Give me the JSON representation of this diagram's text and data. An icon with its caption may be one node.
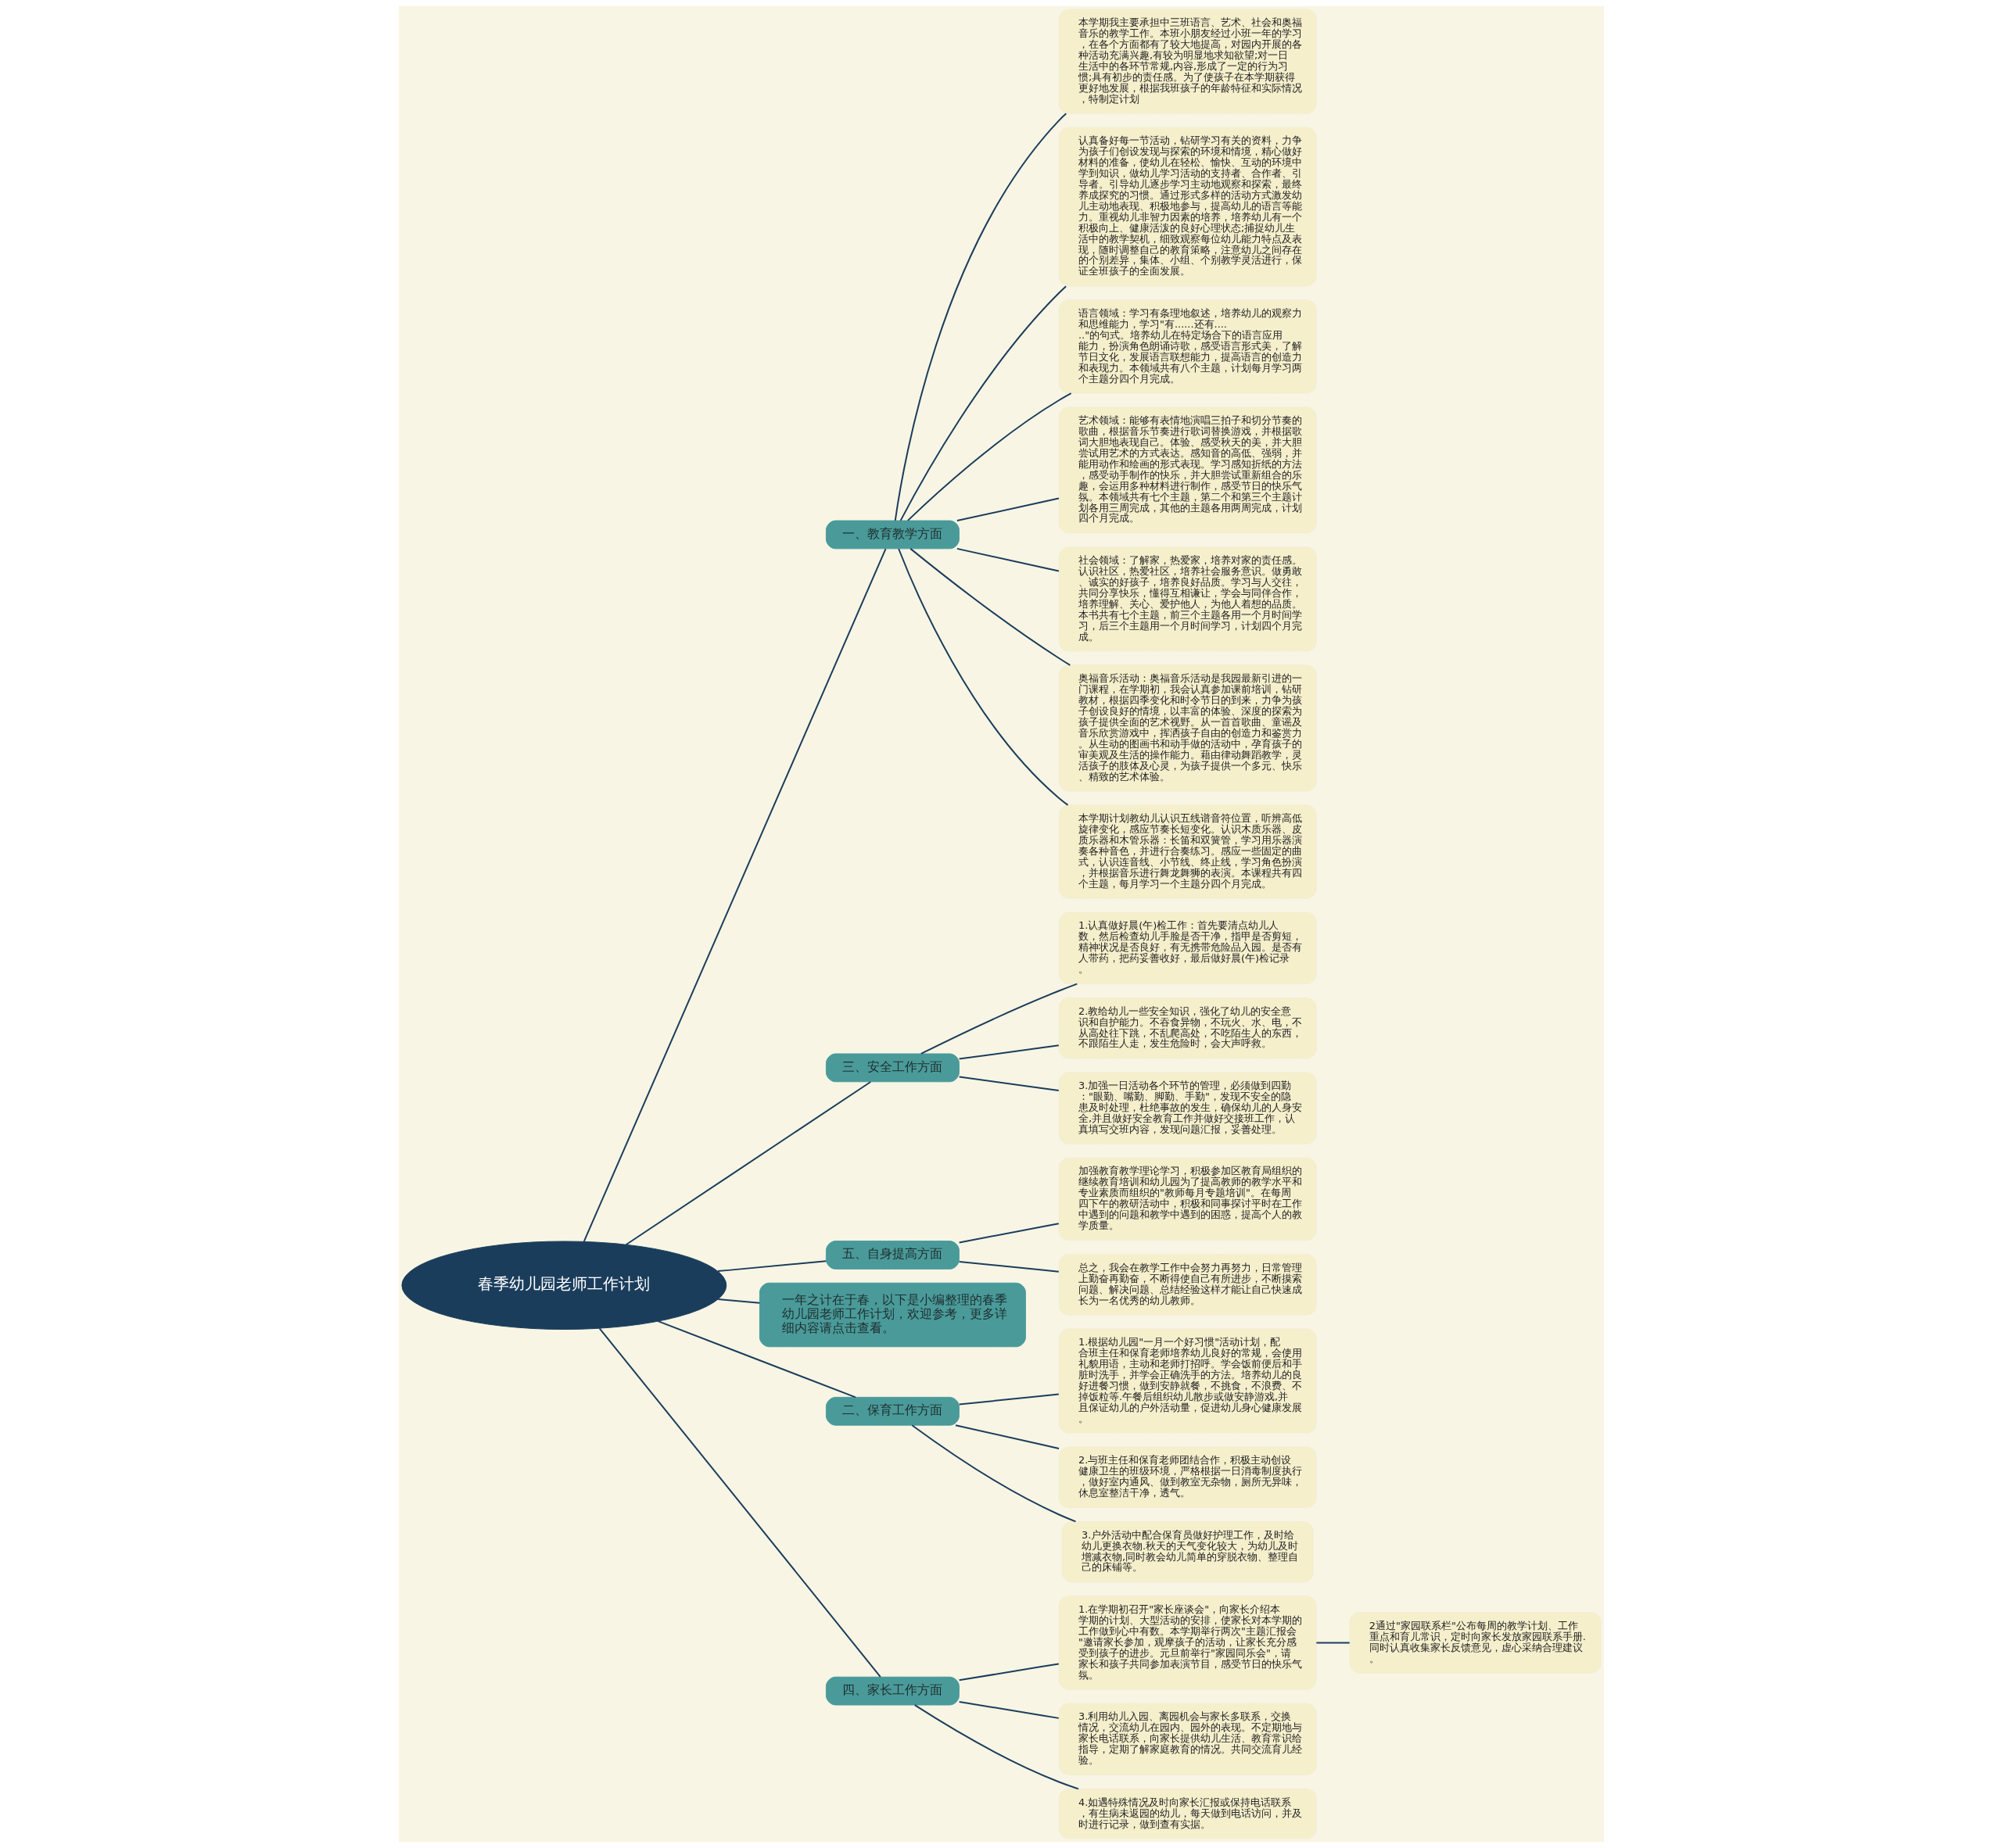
{
  "diagram": {
    "nodes": [
      {
        "text": [
          "春季幼儿园老师工作计划"
        ]
      },
      {
        "text": [
          "一、教育教学方面"
        ]
      },
      {
        "text": [
          "本学期我主要承担中三班语言、艺术、社会和奥福音乐的教学工作。本班小朋友经过小班一年的学习，在各个方面都有了较大地提高，对园内开展的各种活动充满兴趣,有较为明显地求知欲望;对一日生活中的各环节常规,内容,形成了一定的行为习惯;具有初步的责任感。为了使孩子在本学期获得更好地发展，根据我班孩子的年龄特征和实际情况，特制定计划"
        ]
      },
      {
        "text": [
          "认真备好每一节活动，钻研学习有关的资料，力争为孩子们创设发现与探索的环境和情境，精心做好材料的准备，使幼儿在轻松、愉快、互动的环境中学到知识，做幼儿学习活动的支持者、合作者、引导者。引导幼儿逐步学习主动地观察和探索，最终养成探究的习惯。通过形式多样的活动方式激发幼儿主动地表现、积极地参与，提高幼儿的语言等能力。重视幼儿非智力因素的培养，培养幼儿有一个积极向上、健康活泼的良好心理状态;捕捉幼儿生活中的教学契机，细致观察每位幼儿能力特点及表现，随时调整自己的教育策略，注意幼儿之间存在的个别差异，集体、小组、个别教学灵活进行，保证全班孩子的全面发展。"
        ]
      },
      {
        "text": [
          "语言领域：学习有条理地叙述，培养幼儿的观察力和思维能力，学习\"有......还有......\"的句式。培养幼儿在特定场合下的语言应用能力，扮演角色朗诵诗歌，感受语言形式美，了解节日文化，发展语言联想能力，提高语言的创造力和表现力。本领域共有八个主题，计划每月学习两个主题分四个月完成。"
        ]
      },
      {
        "text": [
          "艺术领域：能够有表情地演唱三拍子和切分节奏的歌曲，根据音乐节奏进行歌词替换游戏，并根据歌词大胆地表现自己。体验、感受秋天的美，并大胆尝试用艺术的方式表达。感知音的高低、强弱，并能用动作和绘画的形式表现。学习感知折纸的方法，感受动手制作的快乐，并大胆尝试重新组合的乐趣，会运用多种材料进行制作，感受节日的快乐气氛。本领域共有七个主题，第二个和第三个主题计划各用三周完成，其他的主题各用两周完成，计划四个月完成。"
        ]
      },
      {
        "text": [
          "社会领域：了解家，热爱家，培养对家的责任感。认识社区，热爱社区，培养社会服务意识。做勇敢、诚实的好孩子，培养良好品质。学习与人交往，共同分享快乐，懂得互相谦让，学会与同伴合作，培养理解、关心、爱护他人，为他人着想的品质。本书共有七个主题，前三个主题各用一个月时间学习，后三个主题用一个月时间学习，计划四个月完成。"
        ]
      },
      {
        "text": [
          "奥福音乐活动：奥福音乐活动是我园最新引进的一门课程，在学期初，我会认真参加课前培训，钻研教材，根据四季变化和时令节日的到来，力争为孩子创设良好的情境，以丰富的体验、深度的探索为孩子提供全面的艺术视野。从一首首歌曲、童谣及音乐欣赏游戏中，挥洒孩子自由的创造力和鉴赏力。从生动的图画书和动手做的活动中，孕育孩子的审美观及生活的操作能力。藉由律动舞蹈教学，灵活孩子的肢体及心灵，为孩子提供一个多元、快乐、精致的艺术体验。"
        ]
      },
      {
        "text": [
          "本学期计划教幼儿认识五线谱音符位置，听辨高低旋律变化，感应节奏长短变化。认识木质乐器、皮质乐器和木管乐器：长笛和双簧管，学习用乐器演奏各种音色，并进行合奏练习。感应一些固定的曲式，认识连音线、小节线、终止线，学习角色扮演，并根据音乐进行舞龙舞狮的表演。本课程共有四个主题，每月学习一个主题分四个月完成。"
        ]
      },
      {
        "text": [
          "三、安全工作方面"
        ]
      },
      {
        "text": [
          "1.认真做好晨(午)检工作：首先要清点幼儿人数，然后检查幼儿手脸是否干净，指甲是否剪短，精神状况是否良好，有无携带危险品入园。是否有人带药，把药妥善收好，最后做好晨(午)检记录。"
        ]
      },
      {
        "text": [
          "2.教给幼儿一些安全知识，强化了幼儿的安全意识和自护能力。不吞食异物，不玩火、水、电，不从高处往下跳，不乱爬高处，不吃陌生人的东西，不跟陌生人走，发生危险时，会大声呼救。"
        ]
      },
      {
        "text": [
          "3.加强一日活动各个环节的管理，必须做到四勤：\"眼勤、嘴勤、脚勤、手勤\"，发现不安全的隐患及时处理，杜绝事故的发生，确保幼儿的人身安全,并且做好安全教育工作并做好交接班工作，认真填写交班内容，发现问题汇报，妥善处理。"
        ]
      },
      {
        "text": [
          "五、自身提高方面"
        ]
      },
      {
        "text": [
          "加强教育教学理论学习，积极参加区教育局组织的继续教育培训和幼儿园为了提高教师的教学水平和专业素质而组织的\"教师每月专题培训\"。在每周四下午的教研活动中，积极和同事探讨平时在工作中遇到的问题和教学中遇到的困惑，提高个人的教学质量。"
        ]
      },
      {
        "text": [
          "总之，我会在教学工作中会努力再努力，日常管理上勤奋再勤奋，不断得使自己有所进步，不断摸索问题、解决问题、总结经验这样才能让自己快速成长为一名优秀的幼儿教师。"
        ]
      },
      {
        "text": [
          "一年之计在于春，以下是小编整理的春季幼儿园老师工作计划，欢迎参考，更多详细内容请点击查看。"
        ]
      },
      {
        "text": [
          "二、保育工作方面"
        ]
      },
      {
        "text": [
          "1.根据幼儿园\"一月一个好习惯\"活动计划，配合班主任和保育老师培养幼儿良好的常规，会使用礼貌用语，主动和老师打招呼。学会饭前便后和手脏时洗手，并学会正确洗手的方法。培养幼儿的良好进餐习惯，做到安静就餐，不挑食，不浪费、不掉饭粒等.午餐后组织幼儿散步或做安静游戏,并且保证幼儿的户外活动量，促进幼儿身心健康发展。"
        ]
      },
      {
        "text": [
          "2.与班主任和保育老师团结合作，积极主动创设健康卫生的班级环境，严格根据一日消毒制度执行，做好室内通风、做到教室无杂物，厕所无异味，休息室整洁干净，透气。"
        ]
      },
      {
        "text": [
          "3.户外活动中配合保育员做好护理工作，及时给幼儿更换衣物.秋天的天气变化较大，为幼儿及时增减衣物,同时教会幼儿简单的穿脱衣物、整理自己的床铺等。"
        ]
      },
      {
        "text": [
          "四、家长工作方面"
        ]
      },
      {
        "text": [
          "1.在学期初召开\"家长座谈会\"，向家长介绍本学期的计划、大型活动的安排，使家长对本学期的工作做到心中有数。本学期举行两次\"主题汇报会\"邀请家长参加，观摩孩子的活动，让家长充分感受到孩子的进步。元旦前举行\"家园同乐会\"，请家长和孩子共同参加表演节目，感受节日的快乐气氛。"
        ]
      },
      {
        "text": [
          "2通过\"家园联系栏\"公布每周的教学计划、工作重点和育儿常识，定时向家长发放家园联系手册. 同时认真收集家长反馈意见，虚心采纳合理建议。"
        ]
      },
      {
        "text": [
          "3.利用幼儿入园、离园机会与家长多联系，交换情况，交流幼儿在园内、园外的表现。不定期地与家长电话联系，向家长提供幼儿生活、教育常识给指导，定期了解家庭教育的情况。共同交流育儿经验。"
        ]
      },
      {
        "text": [
          "4.如遇特殊情况及时向家长汇报或保持电话联系，有生病未返园的幼儿，每天做到电话访问，并及时进行记录，做到查有实据。"
        ]
      }
    ],
    "edges": [
      {
        "from": 0,
        "to": 1,
        "arrow": "none"
      },
      {
        "from": 1,
        "to": 2,
        "arrow": "none"
      },
      {
        "from": 1,
        "to": 3,
        "arrow": "none"
      },
      {
        "from": 1,
        "to": 4,
        "arrow": "none"
      },
      {
        "from": 1,
        "to": 5,
        "arrow": "none"
      },
      {
        "from": 1,
        "to": 6,
        "arrow": "none"
      },
      {
        "from": 1,
        "to": 7,
        "arrow": "none"
      },
      {
        "from": 1,
        "to": 8,
        "arrow": "none"
      },
      {
        "from": 0,
        "to": 9,
        "arrow": "none"
      },
      {
        "from": 9,
        "to": 10,
        "arrow": "none"
      },
      {
        "from": 9,
        "to": 11,
        "arrow": "none"
      },
      {
        "from": 9,
        "to": 12,
        "arrow": "none"
      },
      {
        "from": 0,
        "to": 13,
        "arrow": "none"
      },
      {
        "from": 13,
        "to": 14,
        "arrow": "none"
      },
      {
        "from": 13,
        "to": 15,
        "arrow": "none"
      },
      {
        "from": 0,
        "to": 16,
        "arrow": "none"
      },
      {
        "from": 0,
        "to": 17,
        "arrow": "none"
      },
      {
        "from": 17,
        "to": 18,
        "arrow": "none"
      },
      {
        "from": 17,
        "to": 19,
        "arrow": "none"
      },
      {
        "from": 17,
        "to": 20,
        "arrow": "none"
      },
      {
        "from": 0,
        "to": 21,
        "arrow": "none"
      },
      {
        "from": 21,
        "to": 22,
        "arrow": "none"
      },
      {
        "from": 22,
        "to": 23,
        "arrow": "none"
      },
      {
        "from": 21,
        "to": 24,
        "arrow": "none"
      },
      {
        "from": 21,
        "to": 25,
        "arrow": "none"
      }
    ]
  }
}
